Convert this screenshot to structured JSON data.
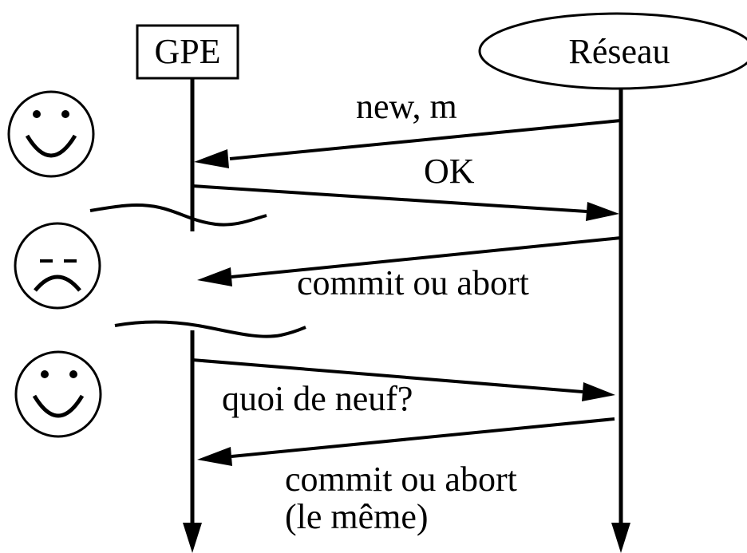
{
  "participants": {
    "left": {
      "label": "GPE"
    },
    "right": {
      "label": "Réseau"
    }
  },
  "messages": [
    {
      "label": "new, m",
      "direction": "to-left"
    },
    {
      "label": "OK",
      "direction": "to-right"
    },
    {
      "label": "commit ou abort",
      "direction": "to-left"
    },
    {
      "label": "quoi de neuf?",
      "direction": "to-right"
    },
    {
      "label": "commit ou abort",
      "label_line2": "(le même)",
      "direction": "to-left"
    }
  ],
  "states": [
    {
      "mood": "happy",
      "icon": "smiley-happy-icon"
    },
    {
      "mood": "sad",
      "icon": "smiley-sad-icon"
    },
    {
      "mood": "happy",
      "icon": "smiley-happy-icon"
    }
  ],
  "colors": {
    "ink": "#000000",
    "background": "#ffffff"
  }
}
